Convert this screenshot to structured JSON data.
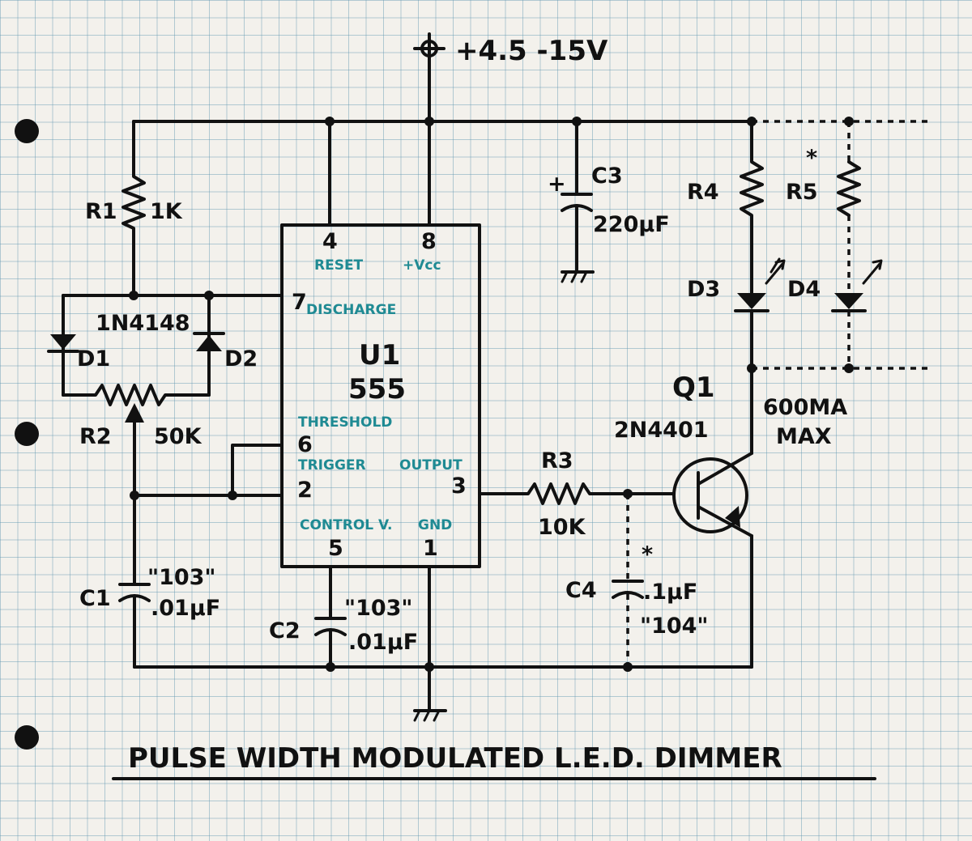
{
  "title": "PULSE WIDTH MODULATED L.E.D. DIMMER",
  "supply": "+4.5 -15V",
  "ic": {
    "ref": "U1",
    "part": "555",
    "pins": [
      {
        "num": "4",
        "label": "RESET"
      },
      {
        "num": "8",
        "label": "+Vcc"
      },
      {
        "num": "7",
        "label": "DISCHARGE"
      },
      {
        "num": "6",
        "label": "THRESHOLD"
      },
      {
        "num": "2",
        "label": "TRIGGER"
      },
      {
        "num": "3",
        "label": "OUTPUT"
      },
      {
        "num": "5",
        "label": "CONTROL V."
      },
      {
        "num": "1",
        "label": "GND"
      }
    ]
  },
  "components": {
    "r1": {
      "ref": "R1",
      "value": "1K"
    },
    "r2": {
      "ref": "R2",
      "value": "50K"
    },
    "r3": {
      "ref": "R3",
      "value": "10K"
    },
    "r4": {
      "ref": "R4"
    },
    "r5": {
      "ref": "R5",
      "mark": "*"
    },
    "d1": {
      "ref": "D1"
    },
    "d2": {
      "ref": "D2"
    },
    "diode_part": "1N4148",
    "d3": {
      "ref": "D3"
    },
    "d4": {
      "ref": "D4"
    },
    "c1": {
      "ref": "C1",
      "code": "\"103\"",
      "value": ".01μF"
    },
    "c2": {
      "ref": "C2",
      "code": "\"103\"",
      "value": ".01μF"
    },
    "c3": {
      "ref": "C3",
      "polarity": "+",
      "value": "220μF"
    },
    "c4": {
      "ref": "C4",
      "mark": "*",
      "code": "\"104\"",
      "value": ".1μF"
    },
    "q1": {
      "ref": "Q1",
      "part": "2N4401",
      "note_line1": "600MA",
      "note_line2": "MAX"
    }
  },
  "colors": {
    "paper": "#f3f1ec",
    "grid": "#5f96af",
    "ink": "#111111",
    "pin_label": "#1f8a93"
  }
}
